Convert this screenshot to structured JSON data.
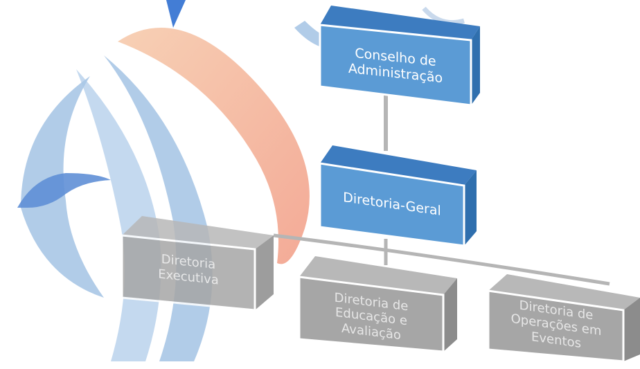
{
  "org_chart": {
    "top": {
      "label": "Conselho de\nAdministração"
    },
    "middle": {
      "label": "Diretoria-Geral"
    },
    "children": [
      {
        "label": "Diretoria\nExecutiva"
      },
      {
        "label": "Diretoria de\nEducação e\nAvaliação"
      },
      {
        "label": "Diretoria de\nOperações em\nEventos"
      }
    ]
  },
  "colors": {
    "blue_front": "#5b9bd5",
    "blue_side": "#2f6fae",
    "gray_front": "#a6a6a6",
    "gray_side": "#7f7f7f",
    "watermark_blue": "#a9c6e6",
    "watermark_orange": "#f2a98c"
  }
}
